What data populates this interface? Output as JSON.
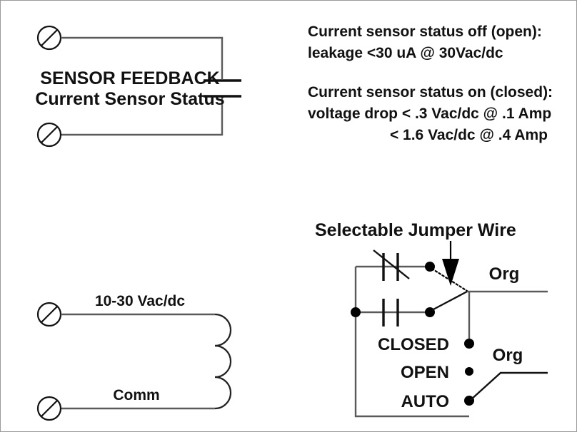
{
  "document": {
    "title": "Current Sensor / Selectable Jumper Wire Schematic",
    "background_color": "#ffffff",
    "border_color": "#9a9a9a",
    "wire_color": "#5a5a5a",
    "ink_color": "#111111"
  },
  "sensor_feedback": {
    "heading": "SENSOR FEEDBACK",
    "subheading": "Current Sensor Status",
    "terminal_top_name": "screw-terminal",
    "terminal_bottom_name": "screw-terminal",
    "contact_symbol": "normally-open-contact"
  },
  "specs": {
    "off_heading": "Current sensor status off (open):",
    "off_detail": "leakage <30 uA @ 30Vac/dc",
    "on_heading": "Current sensor status on (closed):",
    "on_detail_1": "voltage drop < .3 Vac/dc @ .1 Amp",
    "on_detail_2": "< 1.6 Vac/dc @ .4 Amp"
  },
  "power_input": {
    "supply_label": "10-30 Vac/dc",
    "common_label": "Comm",
    "coil_arcs": 3,
    "terminal_top_name": "screw-terminal",
    "terminal_bottom_name": "screw-terminal"
  },
  "jumper": {
    "title": "Selectable Jumper Wire",
    "modes": [
      {
        "label": "CLOSED"
      },
      {
        "label": "OPEN"
      },
      {
        "label": "AUTO"
      }
    ],
    "outputs": [
      {
        "label": "Org"
      },
      {
        "label": "Org"
      }
    ],
    "top_contact_symbol": "normally-closed-contact",
    "bottom_contact_symbol": "normally-open-contact",
    "pointer_icon": "down-arrow-icon"
  }
}
